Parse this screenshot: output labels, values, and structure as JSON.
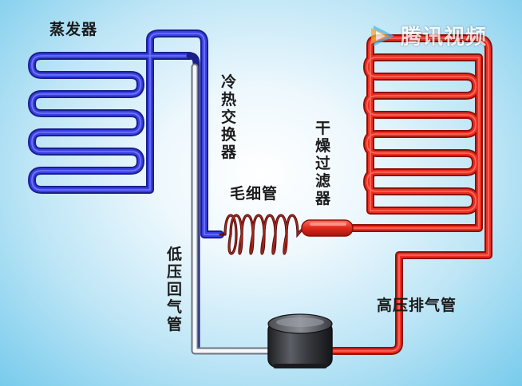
{
  "labels": {
    "evaporator": "蒸发器",
    "heat_exchanger": "冷热交换器",
    "capillary": "毛细管",
    "dryer_filter": "干燥过滤器",
    "low_pressure_return": "低压回气管",
    "high_pressure_exhaust": "高压排气管"
  },
  "watermark": {
    "text": "腾讯视频",
    "icon": "tencent-video-play-icon"
  },
  "colors": {
    "evaporator_pipe": "#2a2fd6",
    "condenser_pipe": "#e8281c",
    "return_pipe": "#f2f5f9",
    "capillary_coil": "#8f1010",
    "compressor": "#3c3e44"
  }
}
